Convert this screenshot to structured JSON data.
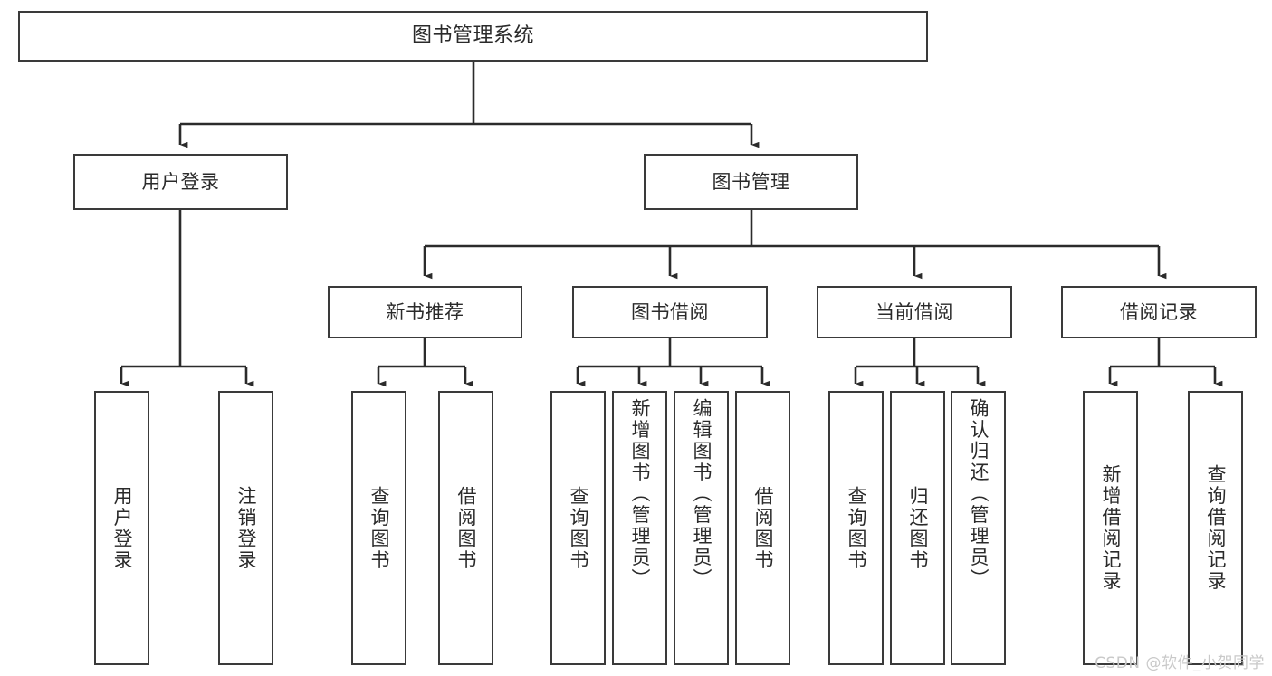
{
  "diagram": {
    "type": "tree-hierarchy",
    "root": {
      "id": "root",
      "label": "图书管理系统"
    },
    "level1": [
      {
        "id": "user-login",
        "label": "用户登录"
      },
      {
        "id": "book-management",
        "label": "图书管理"
      }
    ],
    "level2": [
      {
        "id": "new-book-recommend",
        "label": "新书推荐",
        "parent": "book-management"
      },
      {
        "id": "book-borrow",
        "label": "图书借阅",
        "parent": "book-management"
      },
      {
        "id": "current-borrow",
        "label": "当前借阅",
        "parent": "book-management"
      },
      {
        "id": "borrow-record",
        "label": "借阅记录",
        "parent": "book-management"
      }
    ],
    "leaves": {
      "user_login": [
        {
          "id": "leaf-user-login",
          "label": "用户登录"
        },
        {
          "id": "leaf-logout-login",
          "label": "注销登录"
        }
      ],
      "new_book_recommend": [
        {
          "id": "leaf-query-book-1",
          "label": "查询图书"
        },
        {
          "id": "leaf-borrow-book-1",
          "label": "借阅图书"
        }
      ],
      "book_borrow": [
        {
          "id": "leaf-query-book-2",
          "label": "查询图书"
        },
        {
          "id": "leaf-add-book",
          "label": "新增图书（管理员）"
        },
        {
          "id": "leaf-edit-book",
          "label": "编辑图书（管理员）"
        },
        {
          "id": "leaf-borrow-book-2",
          "label": "借阅图书"
        }
      ],
      "current_borrow": [
        {
          "id": "leaf-query-book-3",
          "label": "查询图书"
        },
        {
          "id": "leaf-return-book",
          "label": "归还图书"
        },
        {
          "id": "leaf-confirm-return",
          "label": "确认归还（管理员）"
        }
      ],
      "borrow_record": [
        {
          "id": "leaf-add-record",
          "label": "新增借阅记录"
        },
        {
          "id": "leaf-query-record",
          "label": "查询借阅记录"
        }
      ]
    }
  },
  "watermark": {
    "text": "CSDN @软件_小贺同学"
  },
  "colors": {
    "box_border": "#3a3a3a",
    "box_fill": "#ffffff",
    "connector": "#2b2b2b",
    "text": "#2a2a2a",
    "watermark": "#c9c9c9",
    "background": "#ffffff"
  }
}
